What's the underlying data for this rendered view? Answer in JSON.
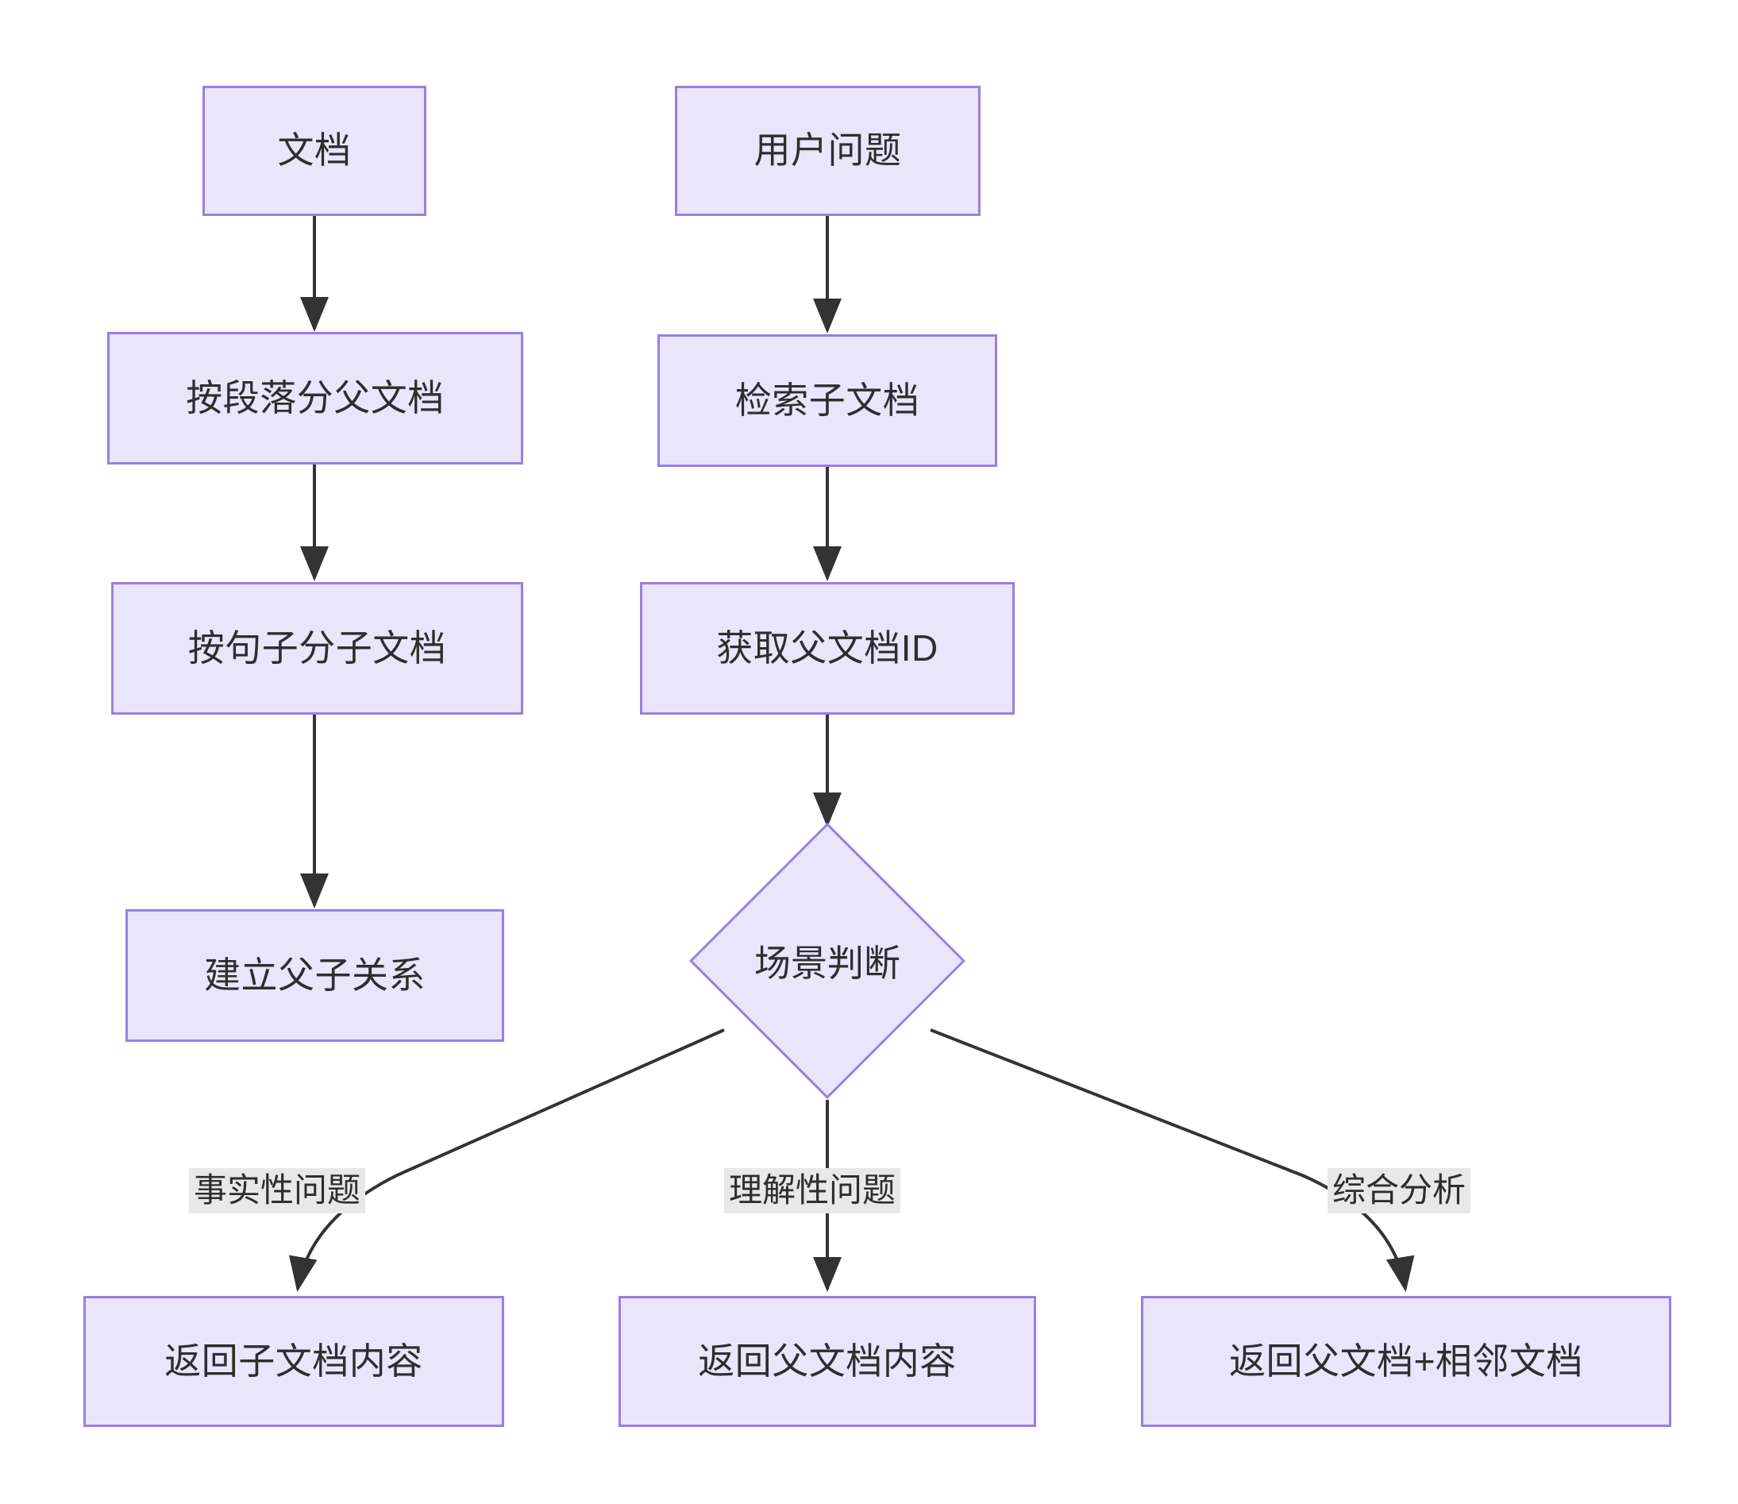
{
  "diagram": {
    "type": "flowchart",
    "title": "",
    "colors": {
      "node_fill": "#e9e5fb",
      "node_border": "#9a7fe0",
      "edge_stroke": "#333333",
      "label_background": "#e8e8e8",
      "text": "#2e2e2e",
      "canvas_background": "#ffffff"
    },
    "nodes": [
      {
        "id": "doc",
        "label": "文档",
        "shape": "rect"
      },
      {
        "id": "split_para",
        "label": "按段落分父文档",
        "shape": "rect"
      },
      {
        "id": "split_sent",
        "label": "按句子分子文档",
        "shape": "rect"
      },
      {
        "id": "link_parent",
        "label": "建立父子关系",
        "shape": "rect"
      },
      {
        "id": "user_question",
        "label": "用户问题",
        "shape": "rect"
      },
      {
        "id": "retrieve_child",
        "label": "检索子文档",
        "shape": "rect"
      },
      {
        "id": "get_parent_id",
        "label": "获取父文档ID",
        "shape": "rect"
      },
      {
        "id": "scene_judge",
        "label": "场景判断",
        "shape": "diamond"
      },
      {
        "id": "ret_child",
        "label": "返回子文档内容",
        "shape": "rect"
      },
      {
        "id": "ret_parent",
        "label": "返回父文档内容",
        "shape": "rect"
      },
      {
        "id": "ret_parent_adj",
        "label": "返回父文档+相邻文档",
        "shape": "rect"
      }
    ],
    "edges": [
      {
        "from": "doc",
        "to": "split_para",
        "label": ""
      },
      {
        "from": "split_para",
        "to": "split_sent",
        "label": ""
      },
      {
        "from": "split_sent",
        "to": "link_parent",
        "label": ""
      },
      {
        "from": "user_question",
        "to": "retrieve_child",
        "label": ""
      },
      {
        "from": "retrieve_child",
        "to": "get_parent_id",
        "label": ""
      },
      {
        "from": "get_parent_id",
        "to": "scene_judge",
        "label": ""
      },
      {
        "from": "scene_judge",
        "to": "ret_child",
        "label": "事实性问题"
      },
      {
        "from": "scene_judge",
        "to": "ret_parent",
        "label": "理解性问题"
      },
      {
        "from": "scene_judge",
        "to": "ret_parent_adj",
        "label": "综合分析"
      }
    ],
    "edge_labels": {
      "factual": "事实性问题",
      "comprehension": "理解性问题",
      "analysis": "综合分析"
    }
  }
}
